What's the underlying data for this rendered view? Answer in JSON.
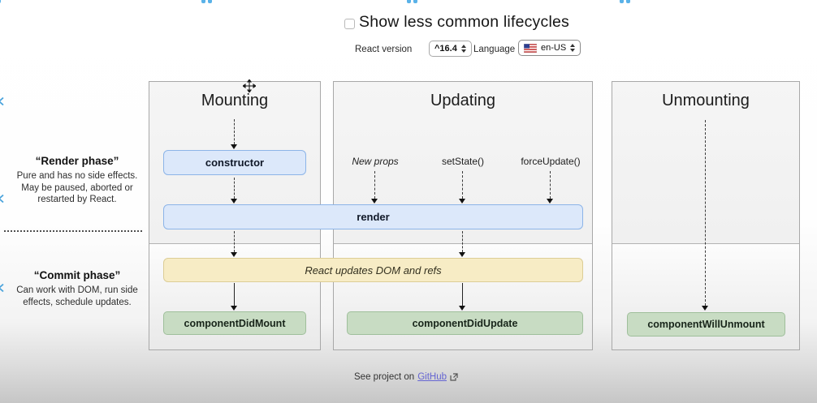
{
  "header": {
    "checkbox_checked": false,
    "checkbox_label": "Show less common lifecycles",
    "react_version_label": "React version",
    "react_version_value": "^16.4",
    "language_label": "Language",
    "language_value": "en-US",
    "language_flag": "us-flag"
  },
  "sidebar": {
    "render_phase": {
      "title": "“Render phase”",
      "description": "Pure and has no side effects. May be paused, aborted or restarted by React."
    },
    "commit_phase": {
      "title": "“Commit phase”",
      "description": "Can work with DOM, run side effects, schedule updates."
    }
  },
  "columns": [
    {
      "title": "Mounting"
    },
    {
      "title": "Updating"
    },
    {
      "title": "Unmounting"
    }
  ],
  "nodes": {
    "constructor": "constructor",
    "render": "render",
    "react_updates": "React updates DOM and refs",
    "component_did_mount": "componentDidMount",
    "component_did_update": "componentDidUpdate",
    "component_will_unmount": "componentWillUnmount"
  },
  "triggers": {
    "new_props": "New props",
    "set_state": "setState()",
    "force_update": "forceUpdate()"
  },
  "footer": {
    "text": "See project on",
    "link_label": "GitHub",
    "link_icon": "external-link-icon"
  },
  "icons": {
    "move_cursor": "move-cursor-icon"
  },
  "colors": {
    "blue_fill": "#dce8fa",
    "blue_border": "#8cb4e8",
    "yellow_fill": "#f7ecc5",
    "yellow_border": "#dccd96",
    "green_fill": "#c8dcc3",
    "green_border": "#9fbf9b",
    "artifact_blue": "#5ab2e8",
    "link_color": "#6565d2"
  }
}
